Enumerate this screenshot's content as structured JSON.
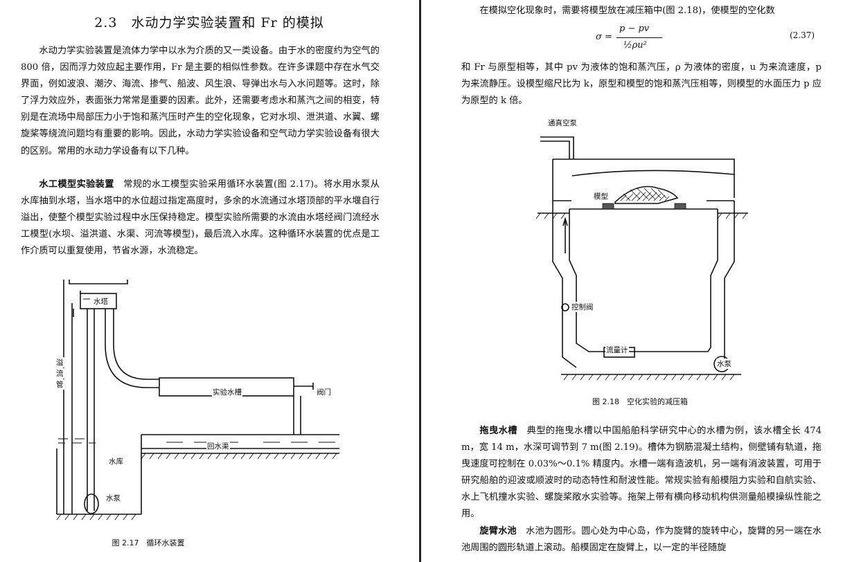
{
  "left": {
    "title": "2.3　水动力学实验装置和 Fr 的模拟",
    "intro": "水动力学实验装置是流体力学中以水为介质的又一类设备。由于水的密度约为空气的 800 倍，因而浮力效应起主要作用，Fr 是主要的相似性参数。在许多课题中存在水气交界面，例如波浪、潮汐、海流、掺气、船波、风生浪、导弹出水与入水问题等。这时，除了浮力效应外，表面张力常常是重要的因素。此外，还需要考虑水和蒸汽之间的相变，特别是在流场中局部压力小于饱和蒸汽压时产生的空化现象，它对水坝、泄洪道、水翼、螺旋桨等绕流问题均有重要的影响。因此，水动力学实验设备和空气动力学实验设备有很大的区别。常用的水动力学设备有以下几种。",
    "section1_lead": "水工模型实验装置",
    "section1_text": "　常规的水工模型实验采用循环水装置(图 2.17)。将水用水泵从水库抽到水塔，当水塔中的水位超过指定高度时，多余的水流通过水塔顶部的平水堰自行溢出，使整个模型实验过程中水压保持稳定。模型实验所需要的水流由水塔经阀门流经水工模型(水坝、溢洪道、水渠、河流等模型)，最后流入水库。这种循环水装置的优点是工作介质可以重复使用，节省水源，水流稳定。",
    "figure": {
      "labels": {
        "tower": "水塔",
        "overflow_1": "溢",
        "overflow_2": "流",
        "overflow_3": "管",
        "channel": "实验水槽",
        "valve": "阀门",
        "return": "回水渠",
        "reservoir": "水库",
        "pump": "水泵"
      },
      "caption": "图 2.17　循环水装置"
    }
  },
  "right": {
    "line1": "在模拟空化现象时，需要将模型放在减压箱中(图 2.18)，使模型的空化数",
    "formula": {
      "lhs": "σ =",
      "numerator": "p − pv",
      "denominator": "½ρu²",
      "number": "(2.37)"
    },
    "para2": "和 Fr 与原型相等，其中 pv 为液体的饱和蒸汽压，ρ 为液体的密度，u 为来流速度，p 为来流静压。设模型缩尺比为 k，原型和模型的饱和蒸汽压相等，则模型的水面压力 p 应为原型的 k 倍。",
    "figure": {
      "labels": {
        "vacuum": "通真空泵",
        "model": "模型",
        "valve": "控制阀",
        "flowmeter": "流量计",
        "pump": "水泵"
      },
      "caption": "图 2.18　空化实验的减压箱"
    },
    "section2_lead": "拖曳水槽",
    "section2_text": "　典型的拖曳水槽以中国船舶科学研究中心的水槽为例，该水槽全长 474 m，宽 14 m，水深可调节到 7 m(图 2.19)。槽体为钢筋混凝土结构，侧壁铺有轨道，拖曳速度可控制在 0.03%～0.1% 精度内。水槽一端有造波机，另一端有消波装置，可用于研究船舶的迎波或顺波时的动态特性和耐波性能。常规实验有船模阻力实验和自航实验、水上飞机撞水实验、螺旋桨敞水实验等。拖架上带有横向移动机构供测量船模操纵性能之用。",
    "section3_lead": "旋臂水池",
    "section3_text": "　水池为圆形。圆心处为中心岛，作为旋臂的旋转中心，旋臂的另一端在水池周围的圆形轨道上滚动。船模固定在旋臂上，以一定的半径随旋"
  }
}
